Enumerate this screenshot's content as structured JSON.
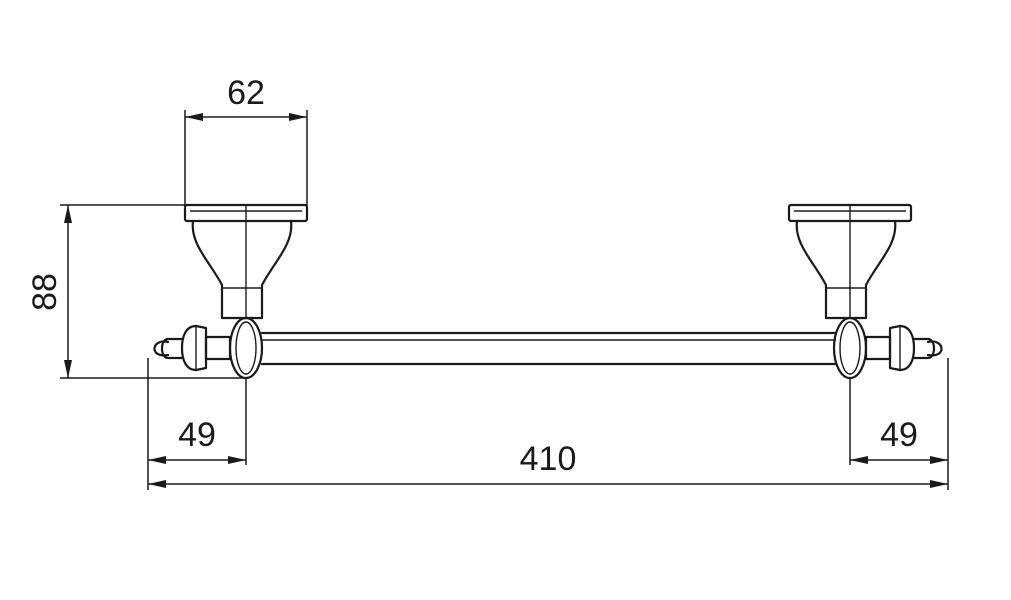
{
  "dimensions": {
    "bracket_width": "62",
    "height": "88",
    "left_offset": "49",
    "total_length": "410",
    "right_offset": "49"
  }
}
